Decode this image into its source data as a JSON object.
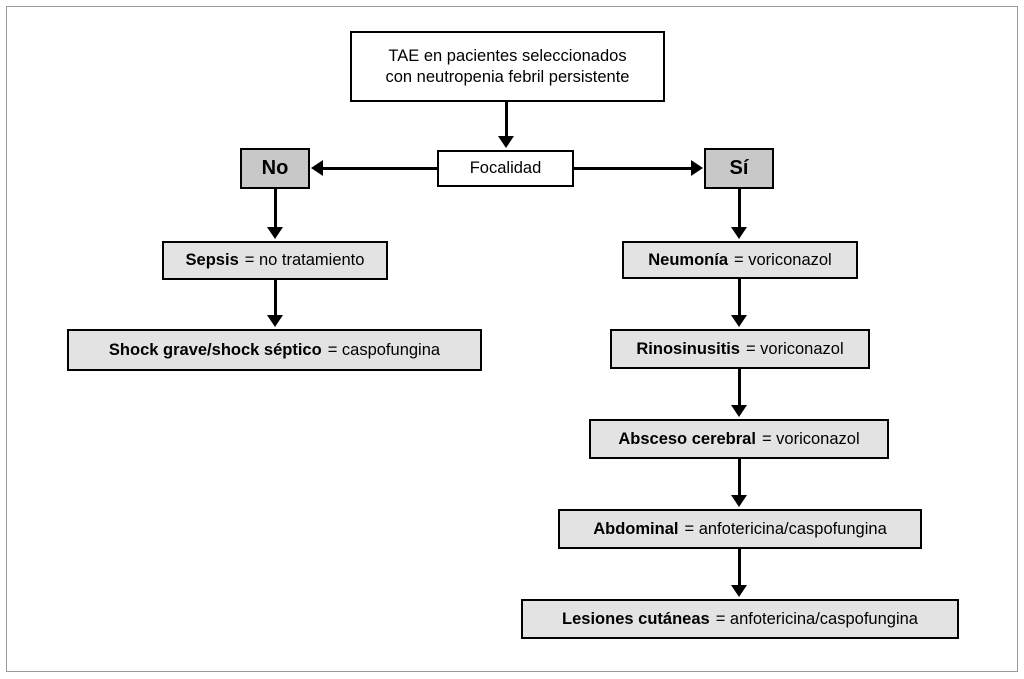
{
  "diagram": {
    "type": "flowchart",
    "language": "es",
    "title_node": {
      "line1": "TAE en pacientes seleccionados",
      "line2": "con neutropenia febril persistente"
    },
    "decision": {
      "label": "Focalidad",
      "no_label": "No",
      "yes_label": "Sí"
    },
    "left_branch": {
      "items": [
        {
          "term": "Sepsis",
          "treatment": "= no tratamiento"
        },
        {
          "term": "Shock grave/shock séptico",
          "treatment": "= caspofungina"
        }
      ]
    },
    "right_branch": {
      "items": [
        {
          "term": "Neumonía",
          "treatment": "= voriconazol"
        },
        {
          "term": "Rinosinusitis",
          "treatment": "= voriconazol"
        },
        {
          "term": "Absceso cerebral",
          "treatment": "= voriconazol"
        },
        {
          "term": "Abdominal",
          "treatment": "= anfotericina/caspofungina"
        },
        {
          "term": "Lesiones cutáneas",
          "treatment": "= anfotericina/caspofungina"
        }
      ]
    },
    "colors": {
      "decision_box_fill": "#c8c8c8",
      "outcome_box_fill": "#e3e3e3",
      "root_box_fill": "#ffffff",
      "stroke": "#000000",
      "frame": "#9a9a9a",
      "background": "#ffffff"
    }
  }
}
